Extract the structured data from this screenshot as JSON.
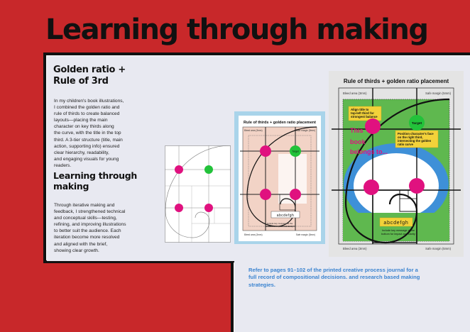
{
  "page": {
    "title": "Learning through making"
  },
  "left": {
    "heading1_line1": "Golden ratio +",
    "heading1_line2": "Rule of 3rd",
    "paragraph1_lines": [
      "In my children's book illustrations,",
      "I combined the golden ratio and",
      "rule of thirds to create balanced",
      "layouts—placing the main",
      "character on key thirds along",
      "the curve, with the title in the top",
      "third. A 3-tier structure (title, main",
      "action, supporting info) ensured",
      "clear hierarchy, readability,",
      "and engaging visuals for young",
      "readers."
    ],
    "heading2_line1": "Learning through",
    "heading2_line2": "making",
    "paragraph2_lines": [
      "Through iterative making and",
      "feedback, I strengthened technical",
      "and conceptual skills—testing,",
      "refining, and improving illustrations",
      "to better suit the audience. Each",
      "iteration become more resolved",
      "and aligned with the brief,",
      "showing clear growth."
    ]
  },
  "diagram_small": {
    "title": "Rule of thirds + golden ratio placement",
    "bleed_top": "Bleed area (3mm)",
    "safe_top": "Safe margin (5mm)",
    "target": "Target",
    "text_sample": "abcdefgh",
    "note_line1": "Include key message at the",
    "note_line2": "bottom for impact and clarity",
    "bleed_bottom": "Bleed area (3mm)",
    "safe_bottom": "Safe margin (5mm)"
  },
  "diagram_large": {
    "title": "Rule of thirds + golden ratio placement",
    "bleed_top": "Bleed area (3mm)",
    "safe_top": "Safe margin (5mm)",
    "callout1_line1": "Align title to",
    "callout1_line2": "top-left third for",
    "callout1_line3": "strongest balance",
    "target": "Target",
    "book_line1": "This",
    "book_line2": "book",
    "book_line3": "belongs to...",
    "callout2_line1": "Position character's face",
    "callout2_line2": "on the right third,",
    "callout2_line3": "intersecting the golden",
    "callout2_line4": "ratio curve",
    "text_sample": "abcdefgh",
    "note_line1": "Include key message at the",
    "note_line2": "bottom for impact and clarity",
    "bleed_bottom": "Bleed area (3mm)",
    "safe_bottom": "Safe margin (5mm)"
  },
  "footer": {
    "refer_line1": "Refer to pages 91–102 of the printed creative process journal for a",
    "refer_line2": "full record of compositional decisions. and research based making",
    "refer_line3": "strategies."
  },
  "colors": {
    "background": "#c8282a",
    "panel": "#e8e9f1",
    "magenta": "#e0117f",
    "green": "#22c23a",
    "link_blue": "#3c84d0",
    "callout_yellow": "#f3d23a"
  }
}
